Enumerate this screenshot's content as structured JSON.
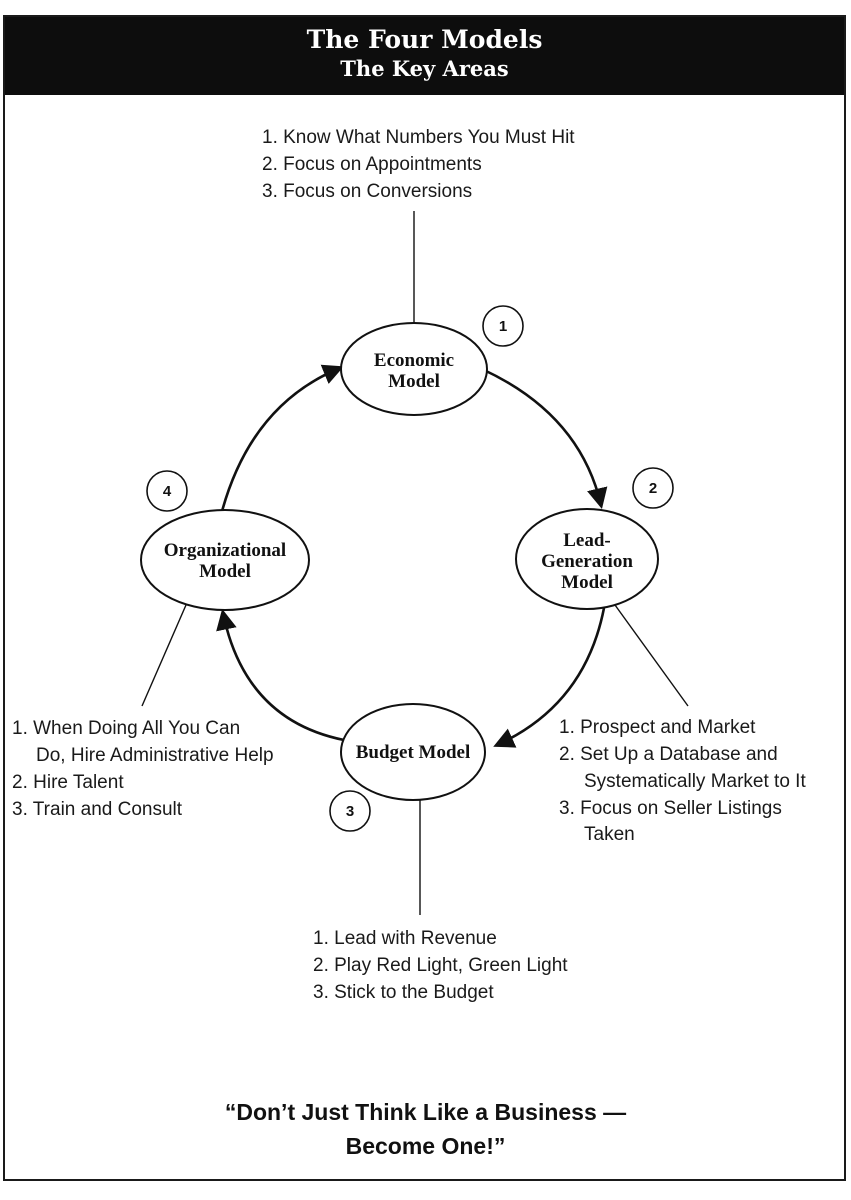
{
  "header": {
    "title": "The Four Models",
    "subtitle": "The Key Areas"
  },
  "models": [
    {
      "number": "1",
      "label_lines": [
        "Economic",
        "Model"
      ],
      "items": [
        "1. Know What Numbers You Must Hit",
        "2. Focus on Appointments",
        "3. Focus on Conversions"
      ]
    },
    {
      "number": "2",
      "label_lines": [
        "Lead-",
        "Generation",
        "Model"
      ],
      "items": [
        "1. Prospect and Market",
        "2. Set Up a Database and",
        "Systematically Market to It",
        "3. Focus on Seller Listings",
        "Taken"
      ]
    },
    {
      "number": "3",
      "label_lines": [
        "Budget Model"
      ],
      "items": [
        "1. Lead with Revenue",
        "2. Play Red Light, Green Light",
        "3. Stick to the Budget"
      ]
    },
    {
      "number": "4",
      "label_lines": [
        "Organizational",
        "Model"
      ],
      "items": [
        "1. When Doing All You Can",
        "Do, Hire Administrative Help",
        "2. Hire Talent",
        "3. Train and Consult"
      ]
    }
  ],
  "quote": {
    "line1": "“Don’t Just Think Like a Business —",
    "line2": "Become One!”"
  }
}
